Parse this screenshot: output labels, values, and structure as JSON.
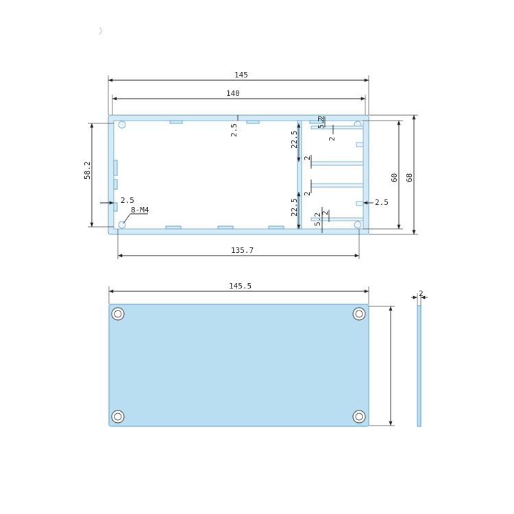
{
  "profile_view": {
    "width_overall": "145",
    "width_inner": "140",
    "top_wall": "2.5",
    "left_height": "58.2",
    "left_wall": "2.5",
    "hole_label": "8-M4",
    "bottom_span": "135.7",
    "height_inner": "60",
    "height_overall": "68",
    "right_wall": "2.5",
    "upper_slot_gap": "22.5",
    "lower_slot_gap": "22.5",
    "slot_width_upper": "5.2",
    "slot_width_lower": "5.2",
    "rib_a": "2",
    "rib_b": "2",
    "rib_c": "2",
    "rib_d": "2",
    "rib_e": "2"
  },
  "cover_plate": {
    "width": "145.5",
    "thickness": "2"
  },
  "colors": {
    "profile_fill": "#d4eaf6",
    "plate_fill": "#b9def2",
    "outline": "#7fb3d3"
  }
}
